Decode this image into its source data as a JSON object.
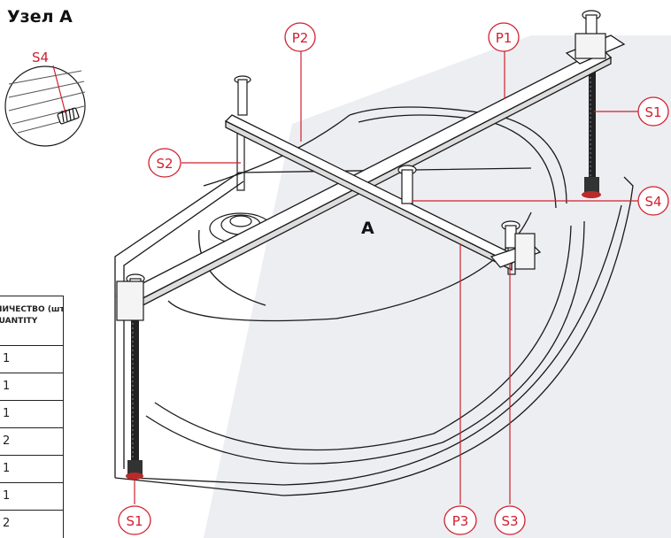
{
  "title": "Узел A",
  "detail_label": "S4",
  "center_label": "A",
  "callouts": {
    "p1": "P1",
    "p2": "P2",
    "p3": "P3",
    "s1_right": "S1",
    "s1_bottom": "S1",
    "s2": "S2",
    "s3": "S3",
    "s4": "S4"
  },
  "table": {
    "header_line1": "КОЛИЧЕСТВО (шт)",
    "header_line2": "QUANTITY",
    "rows": [
      "1",
      "1",
      "1",
      "2",
      "1",
      "1",
      "2"
    ]
  },
  "colors": {
    "accent": "#d0202f",
    "line": "#1a1a1a",
    "shadow": "#eceef2"
  }
}
